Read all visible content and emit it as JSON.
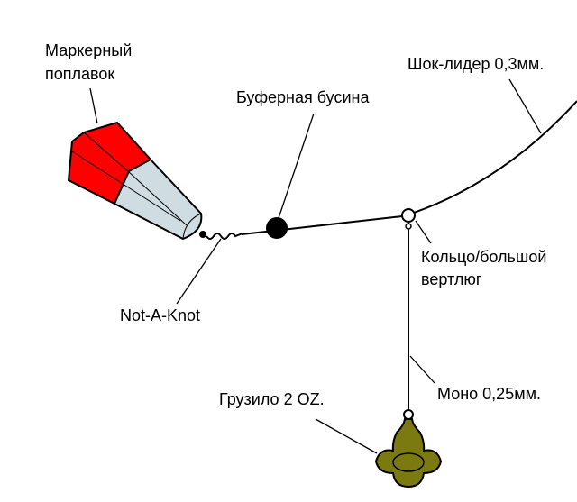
{
  "labels": {
    "float_line1": "Маркерный",
    "float_line2": "поплавок",
    "bead": "Буферная бусина",
    "shock_leader": "Шок-лидер 0,3мм.",
    "ring_line1": "Кольцо/большой",
    "ring_line2": "вертлюг",
    "knot": "Not-A-Knot",
    "mono": "Моно 0,25мм.",
    "weight": "Грузило 2 OZ."
  },
  "colors": {
    "float_red": "#ff0000",
    "float_grey": "#cfdde3",
    "weight_olive": "#7a7a10",
    "line": "#000000"
  }
}
